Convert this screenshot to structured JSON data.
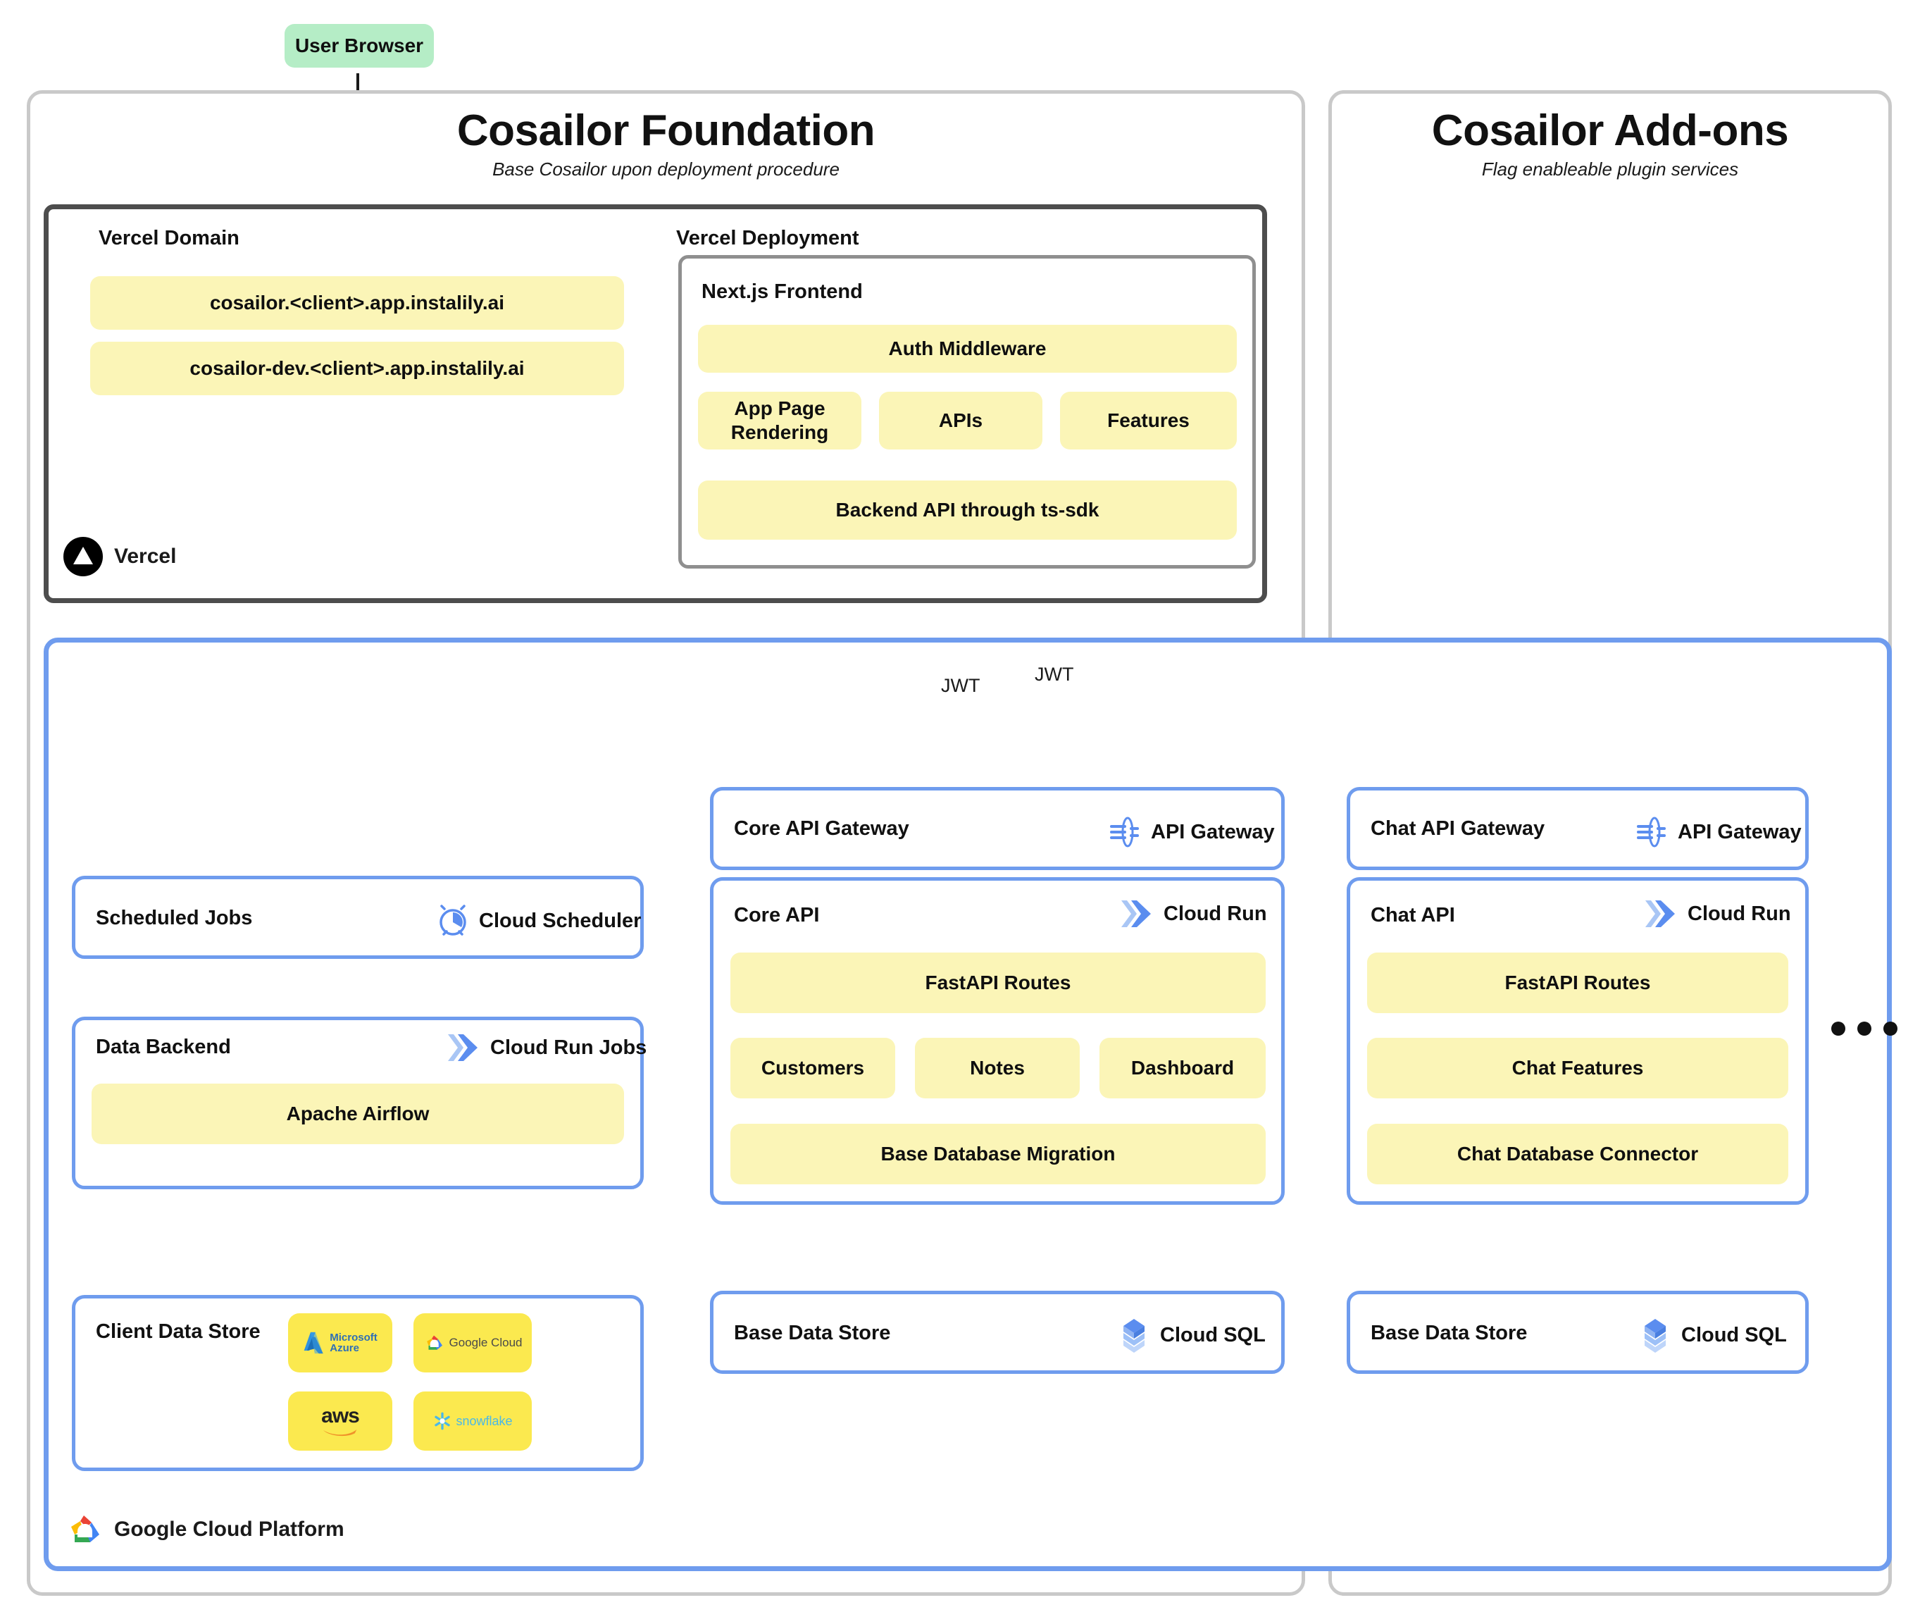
{
  "user_browser": {
    "label": "User Browser"
  },
  "sections": [
    {
      "title": "Cosailor Foundation",
      "subtitle": "Base Cosailor upon deployment procedure"
    },
    {
      "title": "Cosailor Add-ons",
      "subtitle": "Flag enableable plugin services"
    }
  ],
  "vercel": {
    "footer_label": "Vercel",
    "footer_icon": "vercel-triangle-icon",
    "domain_group": {
      "label": "Vercel Domain",
      "nodes": [
        "cosailor.<client>.app.instalily.ai",
        "cosailor-dev.<client>.app.instalily.ai"
      ]
    },
    "deployment_group": {
      "label": "Vercel Deployment",
      "frontend": {
        "label": "Next.js Frontend",
        "auth": "Auth Middleware",
        "row": [
          "App Page Rendering",
          "APIs",
          "Features"
        ],
        "backend_api": "Backend API through ts-sdk"
      }
    }
  },
  "gcp": {
    "footer_label": "Google Cloud Platform",
    "footer_icon": "google-cloud-icon",
    "scheduled_jobs": {
      "label": "Scheduled Jobs",
      "service": "Cloud Scheduler",
      "service_icon": "cloud-scheduler-icon"
    },
    "data_backend": {
      "label": "Data Backend",
      "service": "Cloud Run Jobs",
      "service_icon": "cloud-run-icon",
      "nodes": [
        "Apache Airflow"
      ]
    },
    "client_data_store": {
      "label": "Client Data Store",
      "logos": [
        {
          "name": "microsoft-azure-logo",
          "text": "Microsoft Azure"
        },
        {
          "name": "google-cloud-logo",
          "text": "Google Cloud"
        },
        {
          "name": "aws-logo",
          "text": "aws"
        },
        {
          "name": "snowflake-logo",
          "text": "snowflake"
        }
      ]
    },
    "core_api_gateway": {
      "label": "Core API Gateway",
      "service": "API Gateway",
      "service_icon": "api-gateway-icon"
    },
    "core_api": {
      "label": "Core API",
      "service": "Cloud Run",
      "service_icon": "cloud-run-icon",
      "routes": "FastAPI Routes",
      "row": [
        "Customers",
        "Notes",
        "Dashboard"
      ],
      "migration": "Base Database Migration"
    },
    "core_data_store": {
      "label": "Base Data Store",
      "service": "Cloud SQL",
      "service_icon": "cloud-sql-icon"
    },
    "chat_api_gateway": {
      "label": "Chat API Gateway",
      "service": "API Gateway",
      "service_icon": "api-gateway-icon"
    },
    "chat_api": {
      "label": "Chat API",
      "service": "Cloud Run",
      "service_icon": "cloud-run-icon",
      "routes": "FastAPI Routes",
      "features": "Chat Features",
      "connector": "Chat Database Connector"
    },
    "chat_data_store": {
      "label": "Base Data Store",
      "service": "Cloud SQL",
      "service_icon": "cloud-sql-icon"
    },
    "more_addons_indicator": "…"
  },
  "edges": {
    "jwt_core": "JWT",
    "jwt_chat": "JWT"
  },
  "colors": {
    "node_yellow": "#fbf5b7",
    "node_green": "#b5edc6",
    "logo_tile_yellow": "#fbe94f",
    "gcp_blue": "#6f9cee",
    "vercel_dark": "#4d4d4d",
    "frame_grey": "#c9c9c9"
  }
}
